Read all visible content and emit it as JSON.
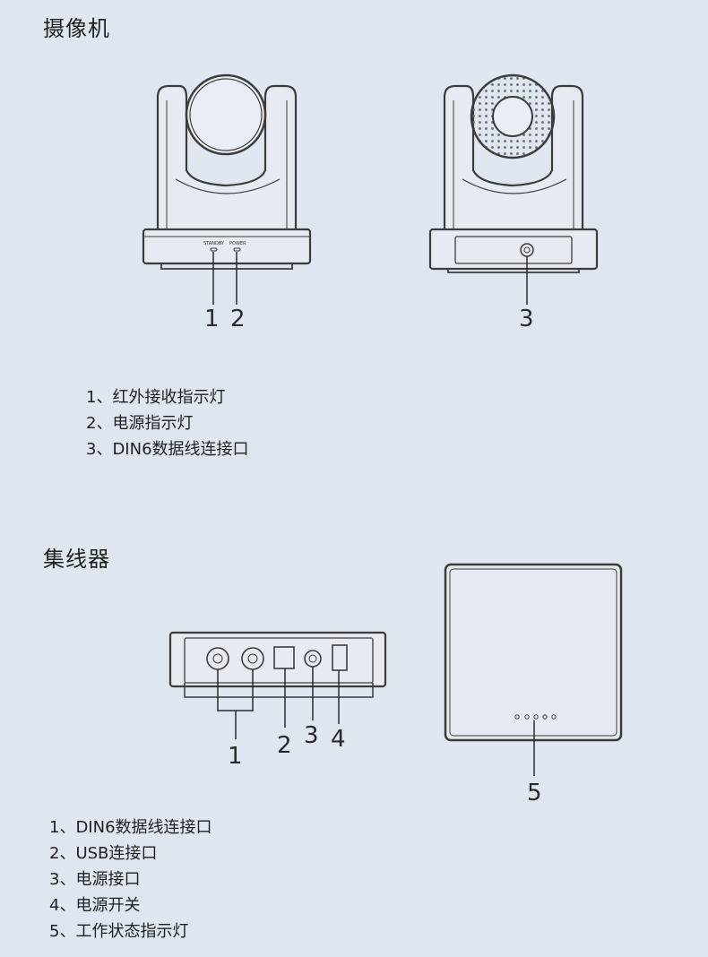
{
  "camera": {
    "title": "摄像机",
    "front_labels": {
      "standby": "STANDBY",
      "power": "POWER"
    },
    "callouts": [
      "1",
      "2",
      "3"
    ],
    "items": [
      "1、红外接收指示灯",
      "2、电源指示灯",
      "3、DIN6数据线连接口"
    ]
  },
  "hub": {
    "title": "集线器",
    "callouts": [
      "1",
      "2",
      "3",
      "4",
      "5"
    ],
    "items": [
      "1、DIN6数据线连接口",
      "2、USB连接口",
      "3、电源接口",
      "4、电源开关",
      "5、工作状态指示灯"
    ]
  }
}
